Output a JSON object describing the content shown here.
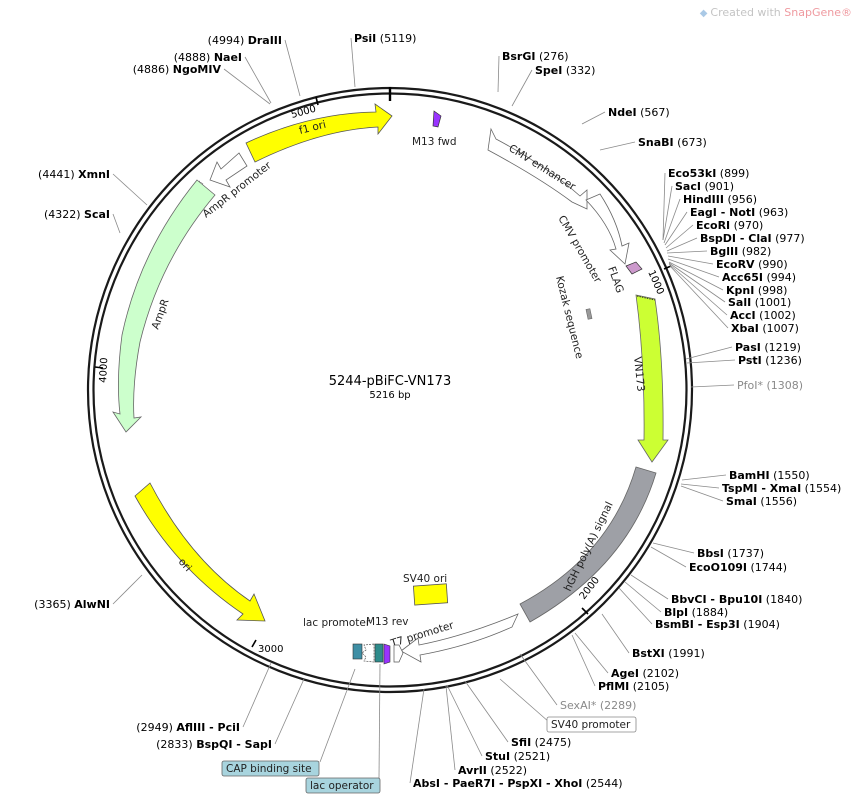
{
  "watermark": {
    "prefix": "Created with ",
    "brand": "SnapGene®",
    "icon": "snapgene-logo-icon"
  },
  "plasmid": {
    "name": "5244-pBiFC-VN173",
    "length_label": "5216 bp",
    "length": 5216
  },
  "ticks": [
    "1000",
    "2000",
    "3000",
    "4000",
    "5000"
  ],
  "enzymes_right": [
    {
      "name": "BsrGI",
      "pos": "(276)"
    },
    {
      "name": "SpeI",
      "pos": "(332)"
    },
    {
      "name": "NdeI",
      "pos": "(567)"
    },
    {
      "name": "SnaBI",
      "pos": "(673)"
    },
    {
      "name": "Eco53kI",
      "pos": "(899)"
    },
    {
      "name": "SacI",
      "pos": "(901)"
    },
    {
      "name": "HindIII",
      "pos": "(956)"
    },
    {
      "name": "EagI - NotI",
      "pos": "(963)"
    },
    {
      "name": "EcoRI",
      "pos": "(970)"
    },
    {
      "name": "BspDI - ClaI",
      "pos": "(977)"
    },
    {
      "name": "BglII",
      "pos": "(982)"
    },
    {
      "name": "EcoRV",
      "pos": "(990)"
    },
    {
      "name": "Acc65I",
      "pos": "(994)"
    },
    {
      "name": "KpnI",
      "pos": "(998)"
    },
    {
      "name": "SalI",
      "pos": "(1001)"
    },
    {
      "name": "AccI",
      "pos": "(1002)"
    },
    {
      "name": "XbaI",
      "pos": "(1007)"
    },
    {
      "name": "PasI",
      "pos": "(1219)"
    },
    {
      "name": "PstI",
      "pos": "(1236)"
    },
    {
      "name": "PfoI*",
      "pos": "(1308)",
      "dim": true
    },
    {
      "name": "BamHI",
      "pos": "(1550)"
    },
    {
      "name": "TspMI - XmaI",
      "pos": "(1554)"
    },
    {
      "name": "SmaI",
      "pos": "(1556)"
    },
    {
      "name": "BbsI",
      "pos": "(1737)"
    },
    {
      "name": "EcoO109I",
      "pos": "(1744)"
    },
    {
      "name": "BbvCI - Bpu10I",
      "pos": "(1840)"
    },
    {
      "name": "BlpI",
      "pos": "(1884)"
    },
    {
      "name": "BsmBI - Esp3I",
      "pos": "(1904)"
    },
    {
      "name": "BstXI",
      "pos": "(1991)"
    },
    {
      "name": "AgeI",
      "pos": "(2102)"
    },
    {
      "name": "PflMI",
      "pos": "(2105)"
    },
    {
      "name": "SexAI*",
      "pos": "(2289)",
      "dim": true
    },
    {
      "name": "SfiI",
      "pos": "(2475)"
    },
    {
      "name": "StuI",
      "pos": "(2521)"
    },
    {
      "name": "AvrII",
      "pos": "(2522)"
    },
    {
      "name": "AbsI - PaeR7I - PspXI - XhoI",
      "pos": "(2544)"
    }
  ],
  "enzymes_left": [
    {
      "name": "PsiI",
      "pos": "(5119)"
    },
    {
      "name": "DraIII",
      "pos": "(4994)"
    },
    {
      "name": "NaeI",
      "pos": "(4888)"
    },
    {
      "name": "NgoMIV",
      "pos": "(4886)"
    },
    {
      "name": "XmnI",
      "pos": "(4441)"
    },
    {
      "name": "ScaI",
      "pos": "(4322)"
    },
    {
      "name": "AlwNI",
      "pos": "(3365)"
    },
    {
      "name": "AflIII - PciI",
      "pos": "(2949)"
    },
    {
      "name": "BspQI - SapI",
      "pos": "(2833)"
    }
  ],
  "features": [
    {
      "label": "f1 ori",
      "color": "#ffff00"
    },
    {
      "label": "M13 fwd",
      "color": "#9933ff"
    },
    {
      "label": "AmpR promoter",
      "color": "#ffffff"
    },
    {
      "label": "AmpR",
      "color": "#ccffcc"
    },
    {
      "label": "CMV enhancer",
      "color": "#ffffff"
    },
    {
      "label": "CMV promoter",
      "color": "#ffffff"
    },
    {
      "label": "FLAG",
      "color": "#cc99cc"
    },
    {
      "label": "Kozak sequence",
      "color": "#999999"
    },
    {
      "label": "VN173",
      "color": "#ccff33"
    },
    {
      "label": "hGH poly(A) signal",
      "color": "#999999"
    },
    {
      "label": "SV40 ori",
      "color": "#ffff00"
    },
    {
      "label": "T7 promoter",
      "color": "#ffffff"
    },
    {
      "label": "M13 rev",
      "color": "#9933ff"
    },
    {
      "label": "lac promoter",
      "color": "#ffffff"
    },
    {
      "label": "ori",
      "color": "#ffff00"
    }
  ],
  "boxed_labels": [
    {
      "label": "SV40 promoter",
      "style": "white"
    },
    {
      "label": "CAP binding site",
      "style": "blue"
    },
    {
      "label": "lac operator",
      "style": "blue"
    }
  ],
  "colors": {
    "backbone": "#1a1a1a",
    "leader": "#8a8a8a",
    "box_blue": "#a8d4de"
  }
}
